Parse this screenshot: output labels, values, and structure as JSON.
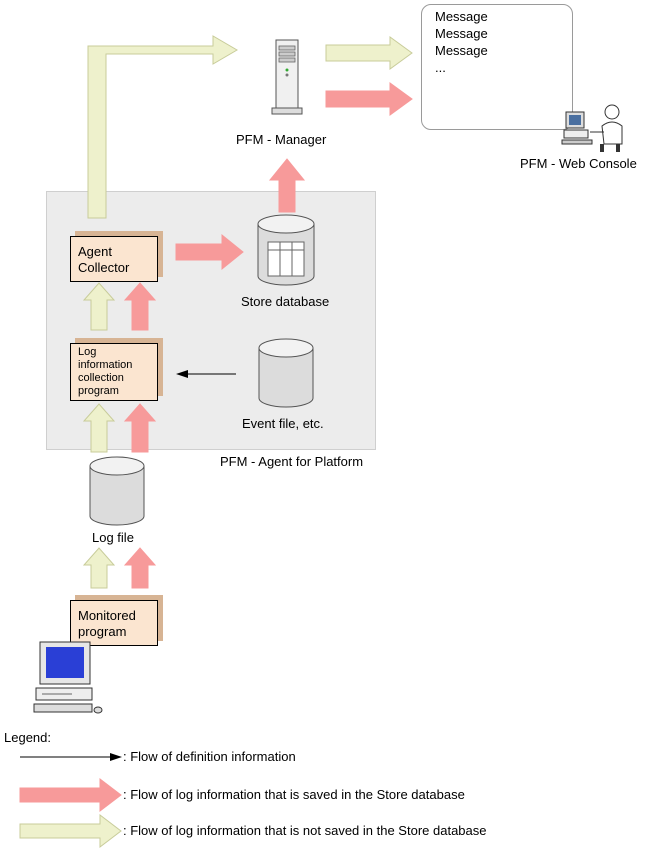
{
  "nodes": {
    "manager": "PFM - Manager",
    "web_console": "PFM - Web Console",
    "messages": [
      "Message",
      "Message",
      "Message",
      "..."
    ],
    "agent_region": "PFM - Agent for Platform",
    "agent_collector": [
      "Agent",
      "Collector"
    ],
    "log_program": [
      "Log",
      "information",
      "collection",
      "program"
    ],
    "store_db": "Store database",
    "event_file": "Event file, etc.",
    "log_file": "Log file",
    "monitored_program": [
      "Monitored",
      "program"
    ]
  },
  "legend": {
    "title": "Legend:",
    "definition": ": Flow of definition information",
    "saved": ": Flow of log information that is saved in the Store database",
    "not_saved": ": Flow of log information that is not saved in the Store database"
  },
  "colors": {
    "saved_arrow": "#f79a9a",
    "not_saved_arrow": "#eef1cc",
    "box_fill": "#fbe5d0",
    "region_fill": "#ececec"
  }
}
